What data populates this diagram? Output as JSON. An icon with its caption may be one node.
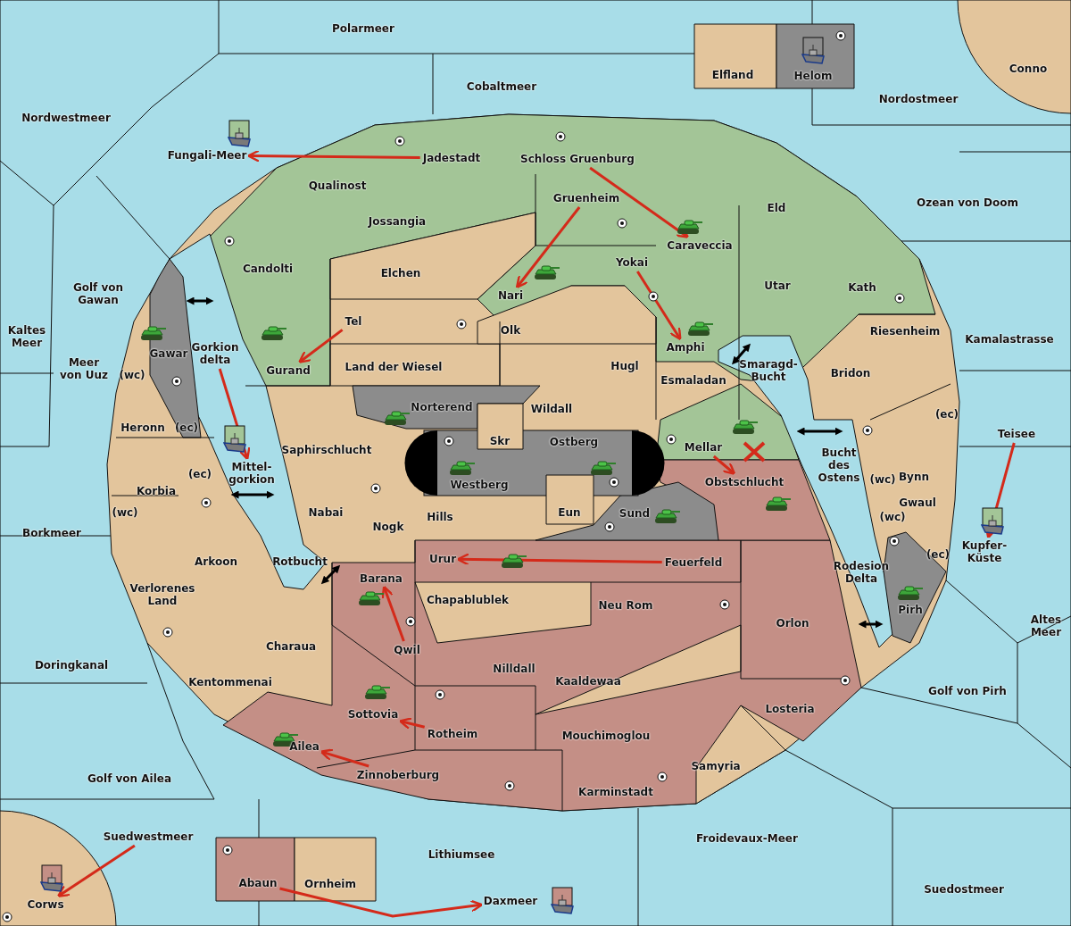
{
  "diagram": {
    "nodes": [
      {
        "text": [
          "Jadestadt"
        ]
      },
      {
        "text": [
          "Fungali-Meer"
        ]
      },
      {
        "text": [
          "Schloss Gruenburg"
        ]
      },
      {
        "text": [
          "Gruenheim"
        ]
      },
      {
        "text": [
          "Caraveccia"
        ]
      },
      {
        "text": [
          "Yokai"
        ]
      },
      {
        "text": [
          "Nari"
        ]
      },
      {
        "text": [
          "Tel"
        ]
      },
      {
        "text": [
          "Gurand"
        ]
      },
      {
        "text": [
          "Gorkion delta"
        ]
      },
      {
        "text": [
          "Amphi"
        ]
      },
      {
        "text": [
          "Teisee"
        ]
      },
      {
        "text": [
          "Mittel-gorkion"
        ]
      },
      {
        "text": [
          "Mellar"
        ]
      },
      {
        "text": [
          "Obstschlucht"
        ]
      },
      {
        "text": [
          "Kupfer-Küste"
        ]
      },
      {
        "text": [
          "Urur"
        ]
      },
      {
        "text": [
          "Feuerfeld"
        ]
      },
      {
        "text": [
          "Barana"
        ]
      },
      {
        "text": [
          "Qwil"
        ]
      },
      {
        "text": [
          "Sottovia"
        ]
      },
      {
        "text": [
          "Rotheim"
        ]
      },
      {
        "text": [
          "Ailea"
        ]
      },
      {
        "text": [
          "Zinnoberburg"
        ]
      },
      {
        "text": [
          "Suedwestmeer"
        ]
      },
      {
        "text": [
          "Abaun"
        ]
      },
      {
        "text": [
          "Daxmeer"
        ]
      },
      {
        "text": [
          "Corws"
        ]
      }
    ],
    "edges": [
      {
        "from": 0,
        "to": 1,
        "arrow": "to"
      },
      {
        "from": 2,
        "to": 4,
        "arrow": "to"
      },
      {
        "from": 3,
        "to": 6,
        "arrow": "to"
      },
      {
        "from": 5,
        "to": 10,
        "arrow": "to"
      },
      {
        "from": 7,
        "to": 8,
        "arrow": "to"
      },
      {
        "from": 9,
        "to": 12,
        "arrow": "to"
      },
      {
        "from": 13,
        "to": 14,
        "arrow": "to"
      },
      {
        "from": 11,
        "to": 15,
        "arrow": "to"
      },
      {
        "from": 17,
        "to": 16,
        "arrow": "to"
      },
      {
        "from": 19,
        "to": 18,
        "arrow": "to"
      },
      {
        "from": 21,
        "to": 20,
        "arrow": "to"
      },
      {
        "from": 23,
        "to": 22,
        "arrow": "to"
      },
      {
        "from": 24,
        "to": 27,
        "arrow": "to"
      },
      {
        "from": 25,
        "to": 26,
        "arrow": "to"
      }
    ],
    "labels": [
      "Polarmeer",
      "Conno",
      "Elfland",
      "Helom",
      "Cobaltmeer",
      "Nordostmeer",
      "Nordwestmeer",
      "Qualinost",
      "Ozean von Doom",
      "Eld",
      "Jossangia",
      "Candolti",
      "Elchen",
      "Utar",
      "Kath",
      "Golf von Gawan",
      "Olk",
      "Riesenheim",
      "Kaltes Meer",
      "Kamalastrasse",
      "Gawar",
      "Land der Wiesel",
      "Hugl",
      "Meer von Uuz",
      "(wc)",
      "Smaragd-Bucht",
      "Bridon",
      "Esmaladan",
      "Norterend",
      "Wildall",
      "(ec)",
      "Heronn",
      "(ec)",
      "Skr",
      "Ostberg",
      "Saphirschlucht",
      "Bucht des Ostens",
      "(ec)",
      "(wc)",
      "Bynn",
      "Westberg",
      "Korbia",
      "Gwaul",
      "(wc)",
      "Nabai",
      "Eun",
      "Sund",
      "Hills",
      "(wc)",
      "Nogk",
      "Borkmeer",
      "(ec)",
      "Arkoon",
      "Rotbucht",
      "Rodesion Delta",
      "Verlorenes Land",
      "Chapablublek",
      "Neu Rom",
      "Pirh",
      "Orlon",
      "Altes Meer",
      "Charaua",
      "Doringkanal",
      "Kentommenai",
      "Nilldall",
      "Kaaldewaa",
      "Golf von Pirh",
      "Losteria",
      "Mouchimoglou",
      "Samyria",
      "Golf von Ailea",
      "Karminstadt",
      "Froidevaux-Meer",
      "Lithiumsee",
      "Ornheim",
      "Suedostmeer"
    ]
  }
}
